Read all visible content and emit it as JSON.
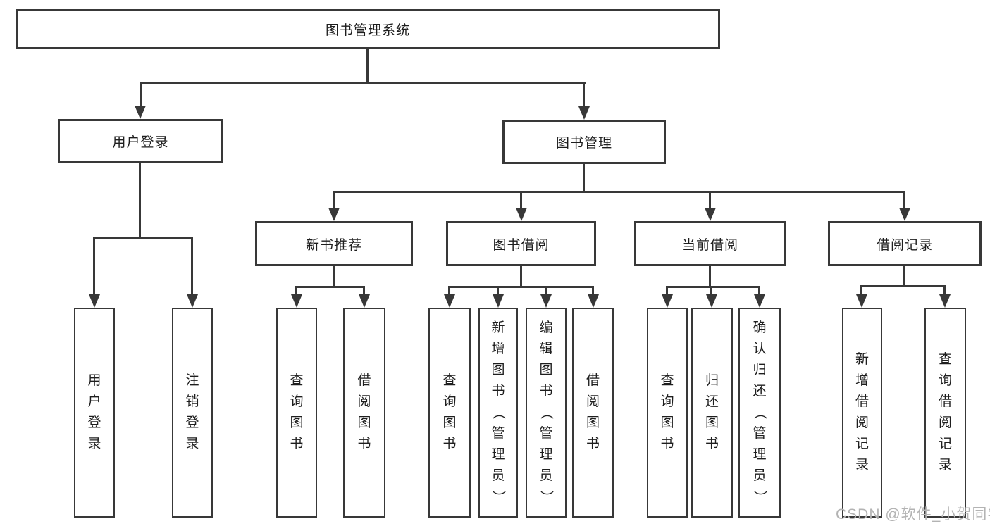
{
  "diagram": {
    "title": "图书管理系统",
    "root": {
      "label": "图书管理系统"
    },
    "level2": [
      {
        "label": "用户登录"
      },
      {
        "label": "图书管理"
      }
    ],
    "level3": [
      {
        "label": "新书推荐"
      },
      {
        "label": "图书借阅"
      },
      {
        "label": "当前借阅"
      },
      {
        "label": "借阅记录"
      }
    ],
    "leaves": {
      "user_login": [
        "用户登录",
        "注销登录"
      ],
      "new_book": [
        "查询图书",
        "借阅图书"
      ],
      "book_borrow": [
        "查询图书",
        "新增图书（管理员）",
        "编辑图书（管理员）",
        "借阅图书"
      ],
      "current_borrow": [
        "查询图书",
        "归还图书",
        "确认归还（管理员）"
      ],
      "borrow_record": [
        "新增借阅记录",
        "查询借阅记录"
      ]
    },
    "watermark": "CSDN @软件_小贺同学",
    "colors": {
      "line": "#383838",
      "text": "#1e1e1e",
      "watermark": "#b3b3b3",
      "background": "#ffffff"
    }
  }
}
